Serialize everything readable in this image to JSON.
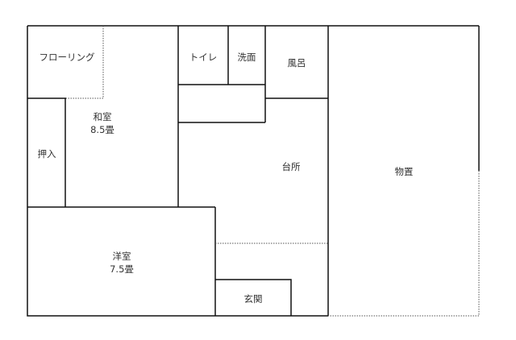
{
  "rooms": {
    "flooring": "フローリング",
    "washitsu": "和室",
    "washitsu_size": "8.5畳",
    "oshiire": "押入",
    "toilet": "トイレ",
    "senmen": "洗面",
    "furo": "風呂",
    "daidokoro": "台所",
    "monooki": "物置",
    "youshitsu": "洋室",
    "youshitsu_size": "7.5畳",
    "genkan": "玄関"
  }
}
